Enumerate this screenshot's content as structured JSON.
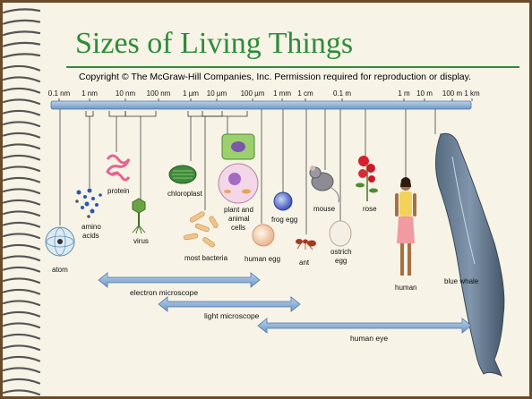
{
  "slide": {
    "title": "Sizes of Living Things",
    "copyright": "Copyright © The McGraw-Hill Companies, Inc. Permission required for reproduction or display."
  },
  "scale": {
    "ticks": [
      "0.1 nm",
      "1 nm",
      "10 nm",
      "100 nm",
      "1 µm",
      "10 µm",
      "100 µm",
      "1 mm",
      "1 cm",
      "0.1 m",
      "1 m",
      "10 m",
      "100 m",
      "1 km"
    ]
  },
  "organisms": {
    "atom": "atom",
    "amino_acids": "amino acids",
    "protein": "protein",
    "virus": "virus",
    "chloroplast": "chloroplast",
    "most_bacteria": "most bacteria",
    "plant_animal_cells": "plant and animal cells",
    "human_egg": "human egg",
    "frog_egg": "frog egg",
    "ant": "ant",
    "mouse": "mouse",
    "ostrich_egg": "ostrich egg",
    "rose": "rose",
    "human": "human",
    "blue_whale": "blue whale"
  },
  "ranges": {
    "electron_microscope": "electron microscope",
    "light_microscope": "light microscope",
    "human_eye": "human eye"
  },
  "colors": {
    "title": "#2f8b3a",
    "scale_bar": "#8fb3d9",
    "arrow": "#8fb3d9"
  }
}
